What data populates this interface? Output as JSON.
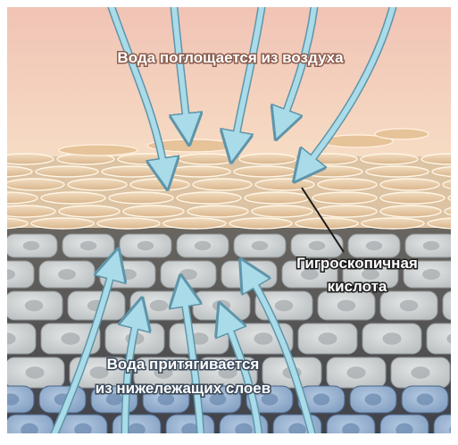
{
  "labels": {
    "top": "Вода поглощается из воздуха",
    "acid_line1": "Гигроскопичная",
    "acid_line2": "кислота",
    "bottom_line1": "Вода притягивается",
    "bottom_line2": "из нижележащих слоев"
  },
  "colors": {
    "sky_top": "#f3c9b8",
    "sky_bottom": "#f6ddc2",
    "flake": "#e9c9a3",
    "flake_edge": "#fff7ea",
    "cell": "#c3c8c9",
    "cell_dark": "#7f8588",
    "deep_cell": "#8ea9c9",
    "arrow": "#a9dbe8",
    "arrow_edge": "#6fa5b8",
    "label_text": "#ffffff",
    "label_dark": "#1e1e1e"
  }
}
